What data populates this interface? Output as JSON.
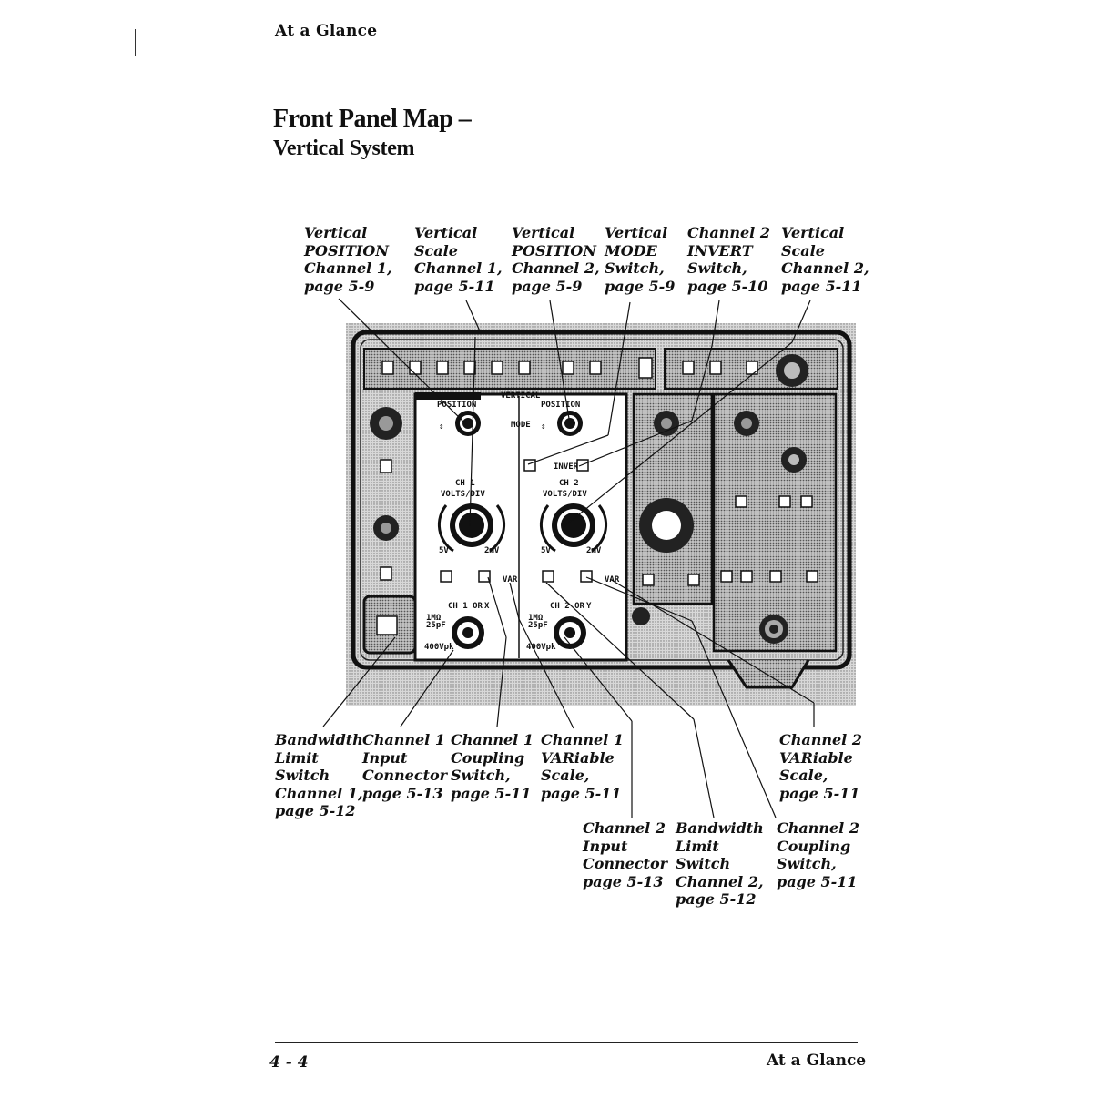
{
  "header": {
    "running_head": "At  a Glance"
  },
  "title": "Front Panel Map –",
  "subtitle": "Vertical System",
  "callouts_top": [
    {
      "lines": [
        "Vertical",
        "POSITION",
        "Channel 1,",
        "page 5-9"
      ]
    },
    {
      "lines": [
        "Vertical",
        "Scale",
        "Channel 1,",
        "page 5-11"
      ]
    },
    {
      "lines": [
        "Vertical",
        "POSITION",
        "Channel 2,",
        "page 5-9"
      ]
    },
    {
      "lines": [
        "Vertical",
        "MODE",
        "Switch,",
        "page 5-9"
      ]
    },
    {
      "lines": [
        "Channel 2",
        "INVERT",
        "Switch,",
        "page 5-10"
      ]
    },
    {
      "lines": [
        "Vertical",
        "Scale",
        "Channel 2,",
        "page 5-11"
      ]
    }
  ],
  "callouts_bottom": [
    {
      "lines": [
        "Bandwidth",
        "Limit",
        "Switch",
        "Channel 1,",
        "page 5-12"
      ]
    },
    {
      "lines": [
        "Channel 1",
        "Input",
        "Connector",
        "page 5-13"
      ]
    },
    {
      "lines": [
        "Channel 1",
        "Coupling",
        "Switch,",
        "page 5-11"
      ]
    },
    {
      "lines": [
        "Channel 1",
        "VARiable",
        "Scale,",
        "page 5-11"
      ]
    },
    {
      "lines": [
        "Channel 2",
        "VARiable",
        "Scale,",
        "page 5-11"
      ]
    },
    {
      "lines": [
        "Channel 2",
        "Input",
        "Connector",
        "page 5-13"
      ]
    },
    {
      "lines": [
        "Bandwidth",
        "Limit",
        "Switch",
        "Channel 2,",
        "page 5-12"
      ]
    },
    {
      "lines": [
        "Channel 2",
        "Coupling",
        "Switch,",
        "page 5-11"
      ]
    }
  ],
  "panel": {
    "section": "VERTICAL",
    "position": "POSITION",
    "mode": "MODE",
    "invert": "INVERT",
    "ch1": "CH 1",
    "ch2": "CH 2",
    "volts_div": "VOLTS/DIV",
    "range_max": "5V",
    "range_min": "2mV",
    "var": "VAR",
    "ch1_input": "CH 1 OR",
    "ch2_input": "CH 2 OR",
    "ch1_axis": "X",
    "ch2_axis": "Y",
    "impedance": "1MΩ",
    "capacitance": "25pF",
    "max_voltage": "400Vpk"
  },
  "footer": {
    "page_number": "4 - 4",
    "section": "At  a Glance"
  }
}
